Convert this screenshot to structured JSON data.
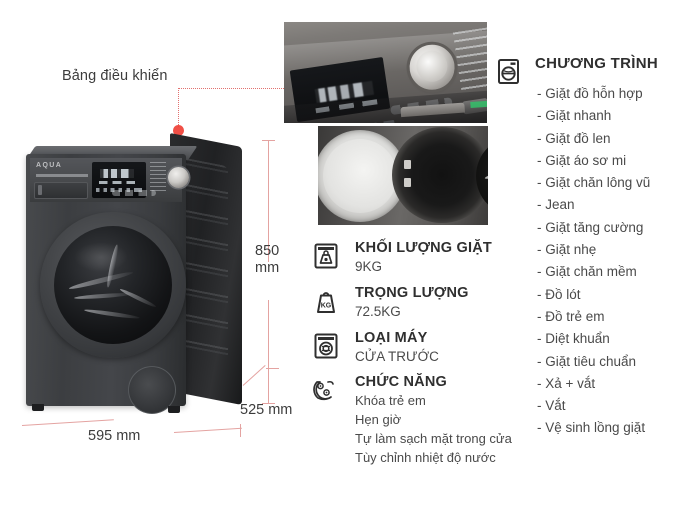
{
  "callout": {
    "label": "Bảng điều khiển"
  },
  "dimensions": {
    "height_value": "850",
    "height_unit": "mm",
    "width": "595  mm",
    "depth": "525 mm"
  },
  "product": {
    "brand": "AQUA"
  },
  "specs": [
    {
      "icon": "wash-capacity-icon",
      "title": "KHỐI LƯỢNG GIẶT",
      "value": "9KG"
    },
    {
      "icon": "weight-kg-icon",
      "title": "TRỌNG LƯỢNG",
      "value": "72.5KG"
    },
    {
      "icon": "machine-type-icon",
      "title": "LOẠI MÁY",
      "value": "CỬA TRƯỚC"
    }
  ],
  "functions": {
    "icon": "functions-gear-icon",
    "title": "CHỨC NĂNG",
    "items": [
      "Khóa trẻ em",
      "Hẹn giờ",
      "Tự làm sạch mặt trong cửa",
      "Tùy chỉnh nhiệt độ nước"
    ]
  },
  "programs": {
    "icon": "washing-machine-icon",
    "title": "CHƯƠNG TRÌNH",
    "items": [
      "- Giặt đồ hỗn hợp",
      "- Giặt nhanh",
      "- Giặt đồ len",
      "- Giặt áo sơ mi",
      "- Giặt chăn lông vũ",
      "- Jean",
      "- Giặt tăng cường",
      "- Giặt nhẹ",
      "- Giặt chăn mềm",
      "- Đồ lót",
      "- Đồ trẻ em",
      "- Diệt khuẩn",
      "- Giặt tiêu chuẩn",
      "- Xả + vắt",
      "- Vắt",
      "- Vệ sinh lồng giặt"
    ]
  },
  "colors": {
    "dimension_line": "#e4a3a1",
    "leader_line": "#e2716f",
    "marker_dot": "#ef4036",
    "heading_text": "#2f2f2f",
    "body_text": "#4a4a4a",
    "background": "#ffffff"
  }
}
